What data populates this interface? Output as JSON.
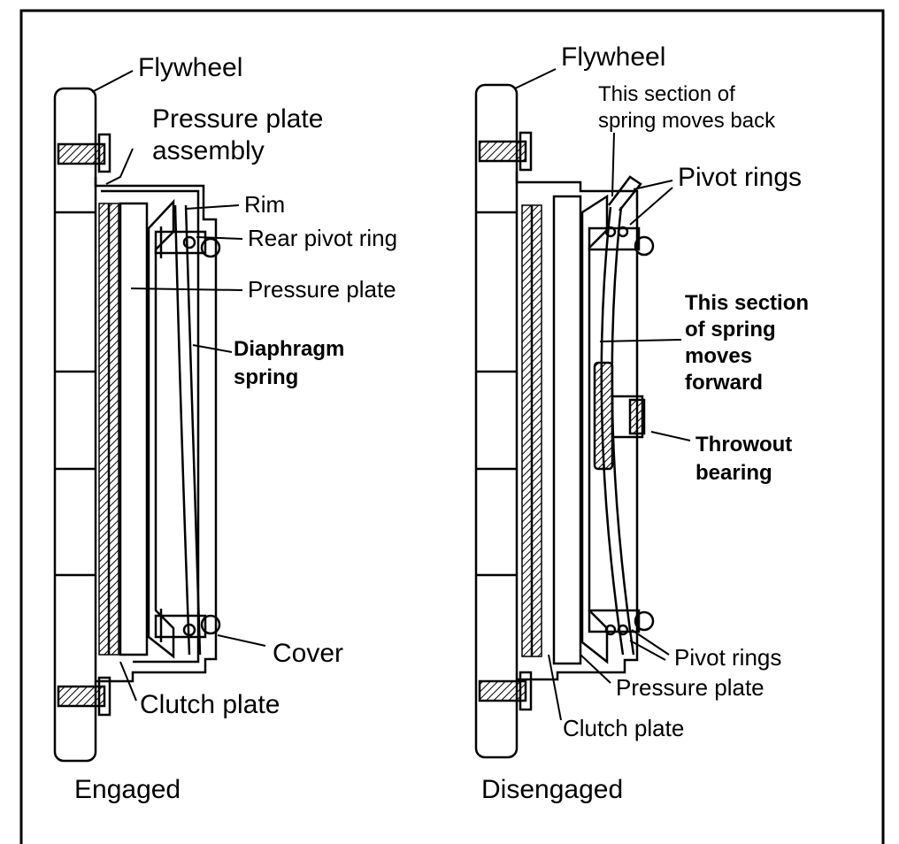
{
  "engaged": {
    "caption": "Engaged",
    "labels": {
      "flywheel": "Flywheel",
      "pressure_plate_assembly_1": "Pressure plate",
      "pressure_plate_assembly_2": "assembly",
      "rim": "Rim",
      "rear_pivot_ring": "Rear pivot ring",
      "pressure_plate": "Pressure plate",
      "diaphragm_spring_1": "Diaphragm",
      "diaphragm_spring_2": "spring",
      "cover": "Cover",
      "clutch_plate": "Clutch plate"
    }
  },
  "disengaged": {
    "caption": "Disengaged",
    "labels": {
      "flywheel": "Flywheel",
      "spring_back_1": "This section of",
      "spring_back_2": "spring moves back",
      "pivot_rings_top": "Pivot rings",
      "spring_forward_1": "This section",
      "spring_forward_2": "of spring",
      "spring_forward_3": "moves",
      "spring_forward_4": "forward",
      "throwout_1": "Throwout",
      "throwout_2": "bearing",
      "pivot_rings_bottom": "Pivot rings",
      "pressure_plate": "Pressure plate",
      "clutch_plate": "Clutch plate"
    }
  }
}
